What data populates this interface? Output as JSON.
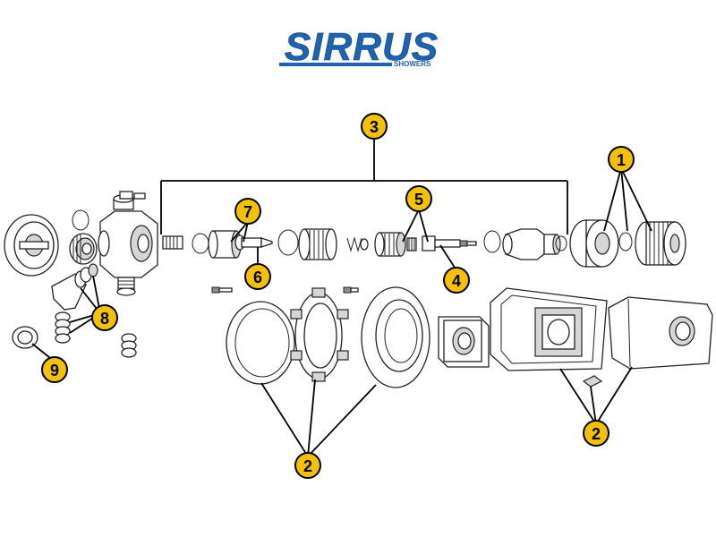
{
  "brand": {
    "name": "SIRRUS",
    "subtitle": "SHOWERS",
    "color": "#1d63b4"
  },
  "callout_style": {
    "fill": "#f2c200",
    "stroke": "#000000",
    "text_color": "#000000"
  },
  "callouts": [
    {
      "id": "c1",
      "label": "1"
    },
    {
      "id": "c2a",
      "label": "2"
    },
    {
      "id": "c2b",
      "label": "2"
    },
    {
      "id": "c3",
      "label": "3"
    },
    {
      "id": "c4",
      "label": "4"
    },
    {
      "id": "c5",
      "label": "5"
    },
    {
      "id": "c6",
      "label": "6"
    },
    {
      "id": "c7",
      "label": "7"
    },
    {
      "id": "c8",
      "label": "8"
    },
    {
      "id": "c9",
      "label": "9"
    }
  ]
}
